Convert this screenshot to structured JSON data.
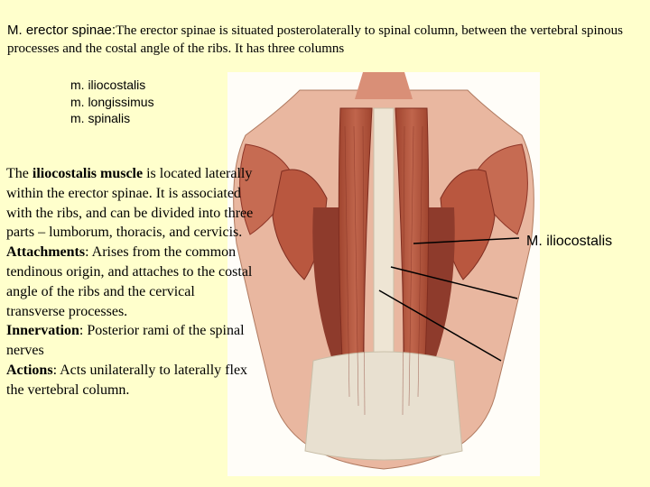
{
  "heading": {
    "lead": "M. erector spinae:",
    "text": "The erector spinae is situated posterolaterally to spinal column, between the vertebral spinous processes and the costal angle of the ribs. It has three columns"
  },
  "columns": [
    "m. iliocostalis",
    "m. longissimus",
    "m. spinalis"
  ],
  "description": {
    "intro_pre": "The ",
    "intro_bold": "iliocostalis muscle",
    "intro_post": " is located laterally within the erector spinae. It is associated with the ribs, and can be divided into three parts – lumborum, thoracis, and cervicis.",
    "attachments_label": "Attachments",
    "attachments_text": ": Arises from the common tendinous origin, and attaches to the costal angle of the ribs and the cervical transverse processes.",
    "innervation_label": "Innervation",
    "innervation_text": ": Posterior rami of the spinal nerves",
    "actions_label": "Actions",
    "actions_text": ": Acts unilaterally to laterally flex the vertebral column."
  },
  "figure": {
    "label": "M. iliocostalis",
    "colors": {
      "background": "#ffffcc",
      "muscle": "#b5533f",
      "muscle_dark": "#8e3527",
      "tendon": "#e8e0d0",
      "skin": "#e9b7a0"
    }
  }
}
